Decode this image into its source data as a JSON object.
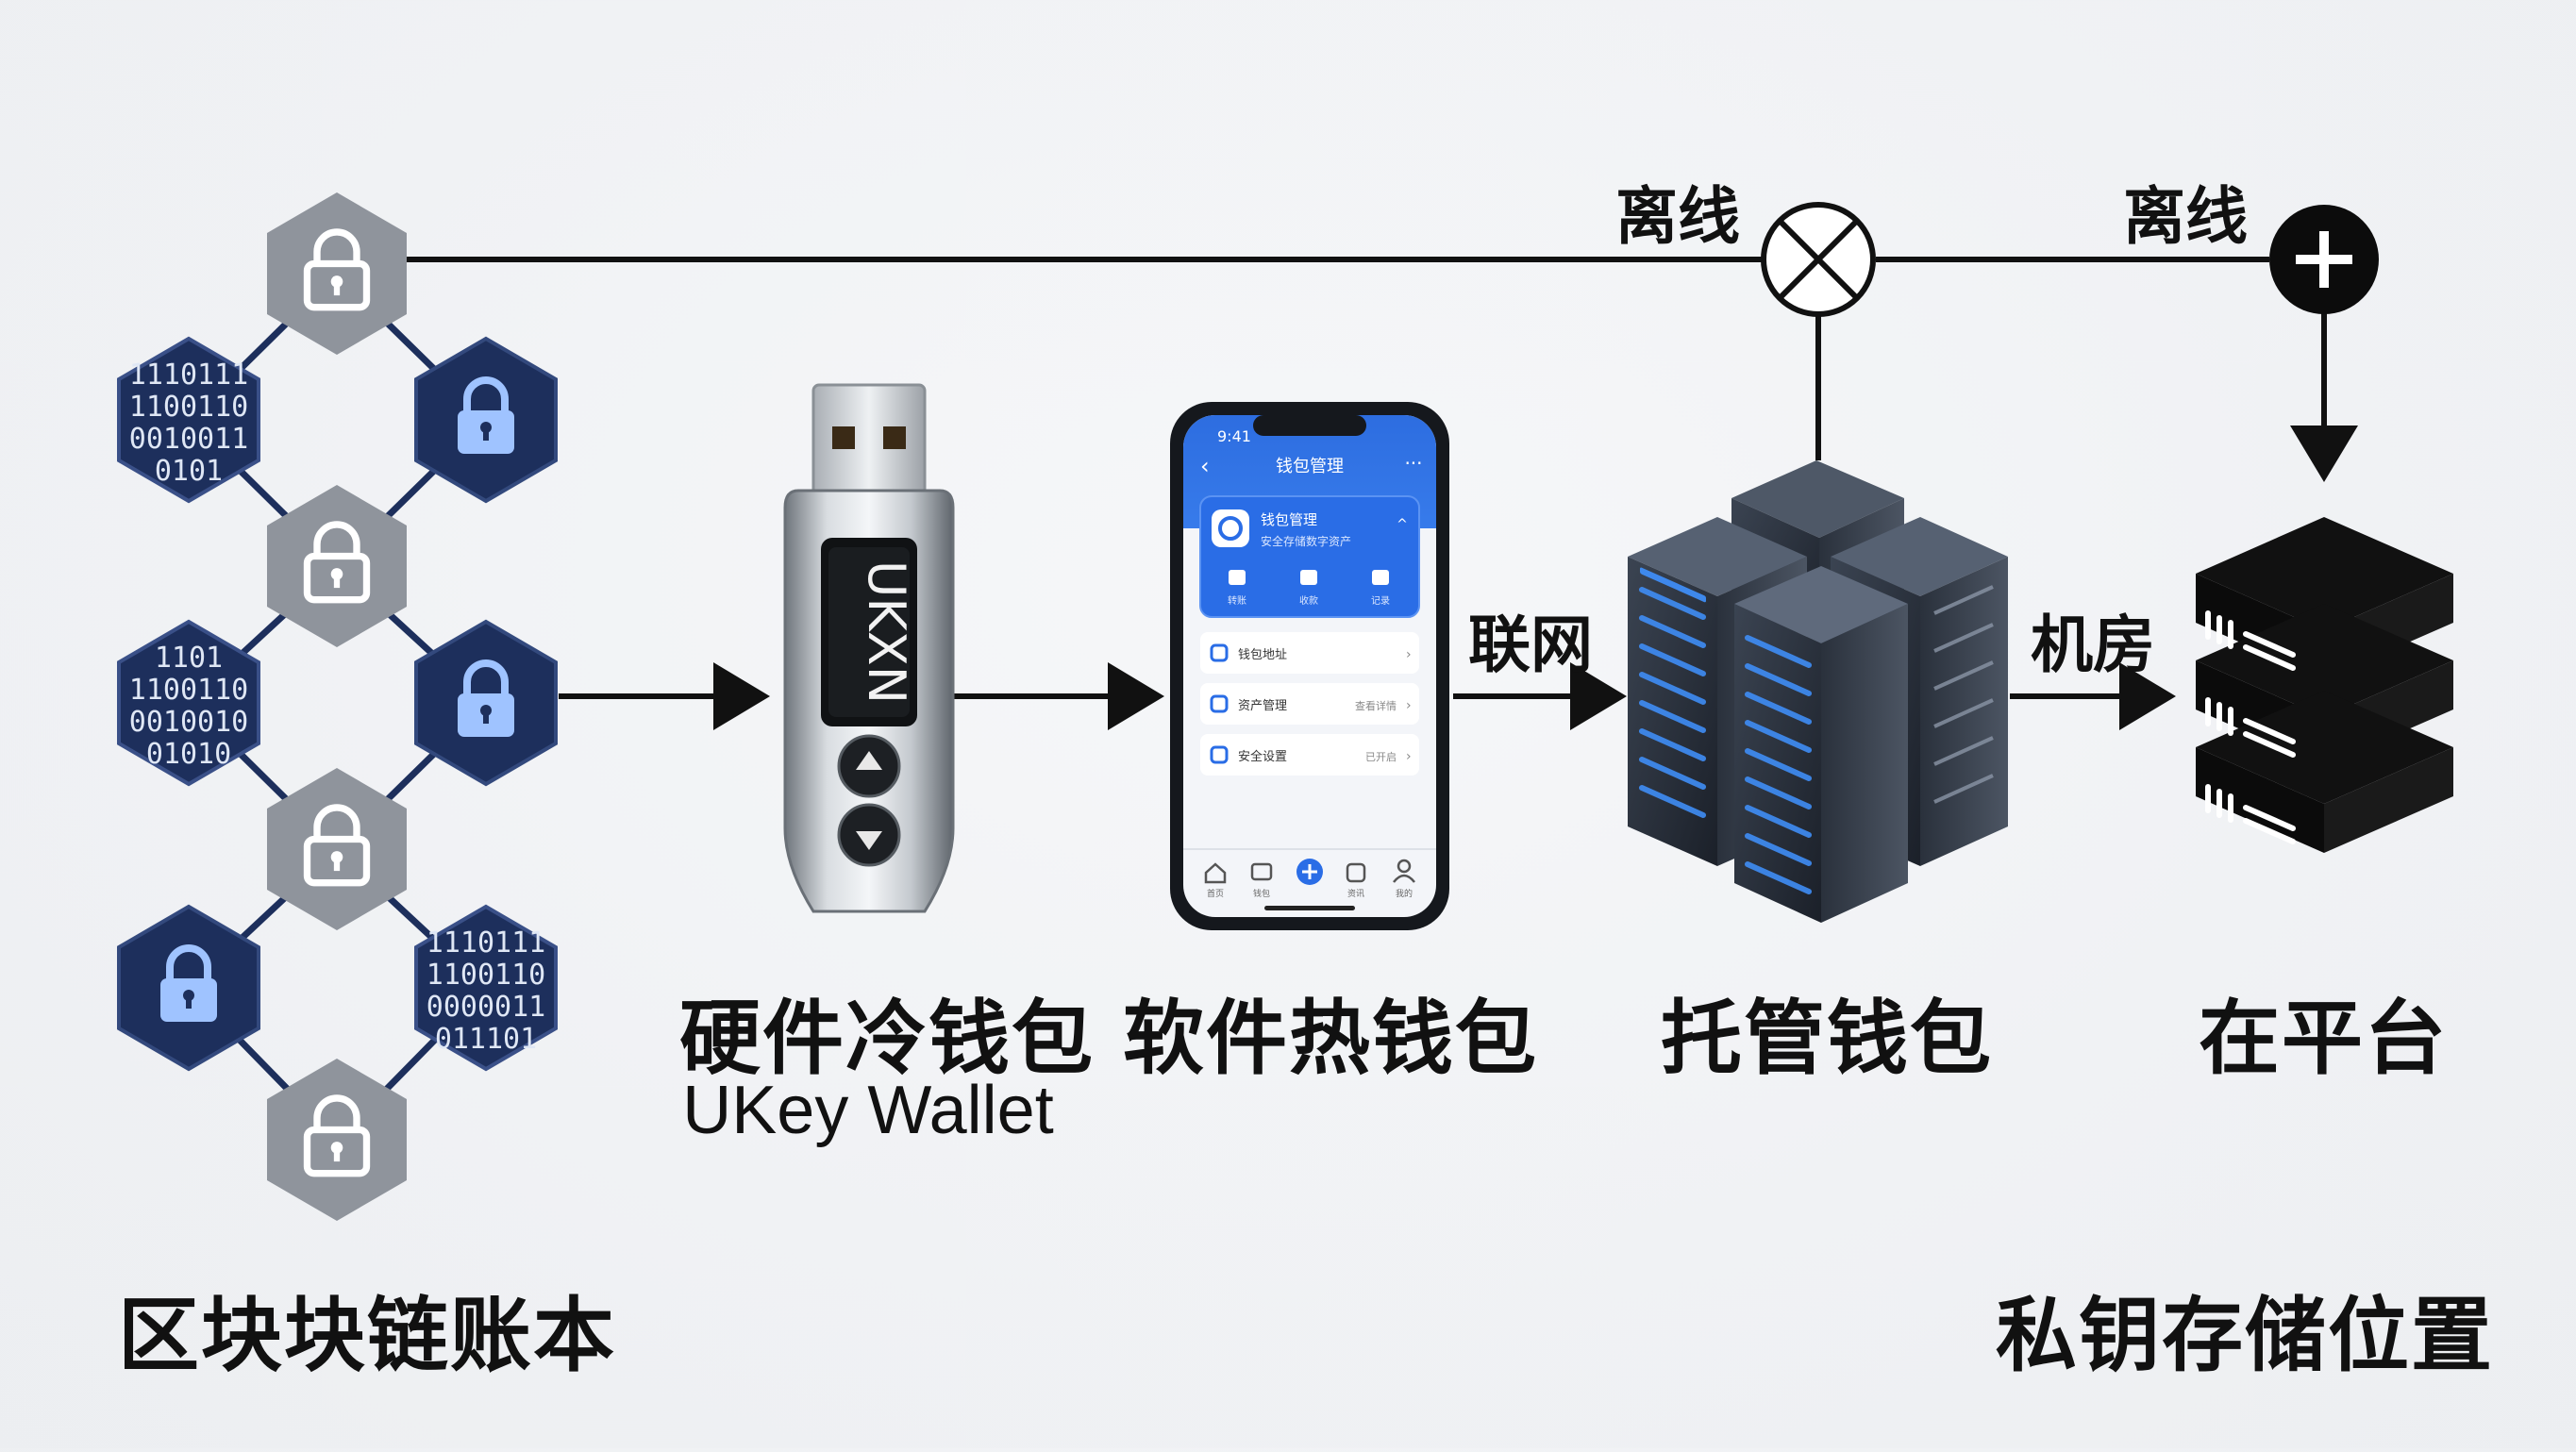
{
  "labels": {
    "ledger": "区块块链账本",
    "hardware_wallet": "硬件冷钱包",
    "hardware_wallet_en": "UKey Wallet",
    "software_wallet": "软件热钱包",
    "custody_wallet": "托管钱包",
    "platform": "在平台",
    "storage_location": "私钥存储位置"
  },
  "edges": {
    "offline_1": "离线",
    "offline_2": "离线",
    "online": "联网",
    "datacenter": "机房"
  },
  "usb": {
    "brand": "UKXN"
  },
  "binary_text": {
    "hex_a": [
      "1110111",
      "1100110",
      "0010011",
      "0101"
    ],
    "hex_b": [
      "1101",
      "1100110",
      "0010010",
      "01010"
    ],
    "hex_c": [
      "1110111",
      "1100110",
      "0000011",
      "011101"
    ]
  },
  "phone": {
    "time": "9:41",
    "title": "钱包管理",
    "card_title": "钱包管理",
    "card_sub": "安全存储数字资产",
    "card_actions": [
      "转账",
      "收款",
      "记录"
    ],
    "rows": [
      {
        "label": "钱包地址",
        "value": ""
      },
      {
        "label": "资产管理",
        "value": "查看详情"
      },
      {
        "label": "安全设置",
        "value": "已开启"
      }
    ],
    "nav": [
      "首页",
      "钱包",
      "",
      "资讯",
      "我的"
    ]
  },
  "colors": {
    "hex_gray": "#8f949c",
    "hex_navy": "#1d2f5c",
    "line": "#111111",
    "phone_blue": "#2f6fe0"
  },
  "icons": {
    "lock": "lock-icon",
    "cross_circle": "cross-circle-icon",
    "plus_circle": "plus-circle-icon",
    "server": "server-icon",
    "storage": "storage-stack-icon"
  }
}
